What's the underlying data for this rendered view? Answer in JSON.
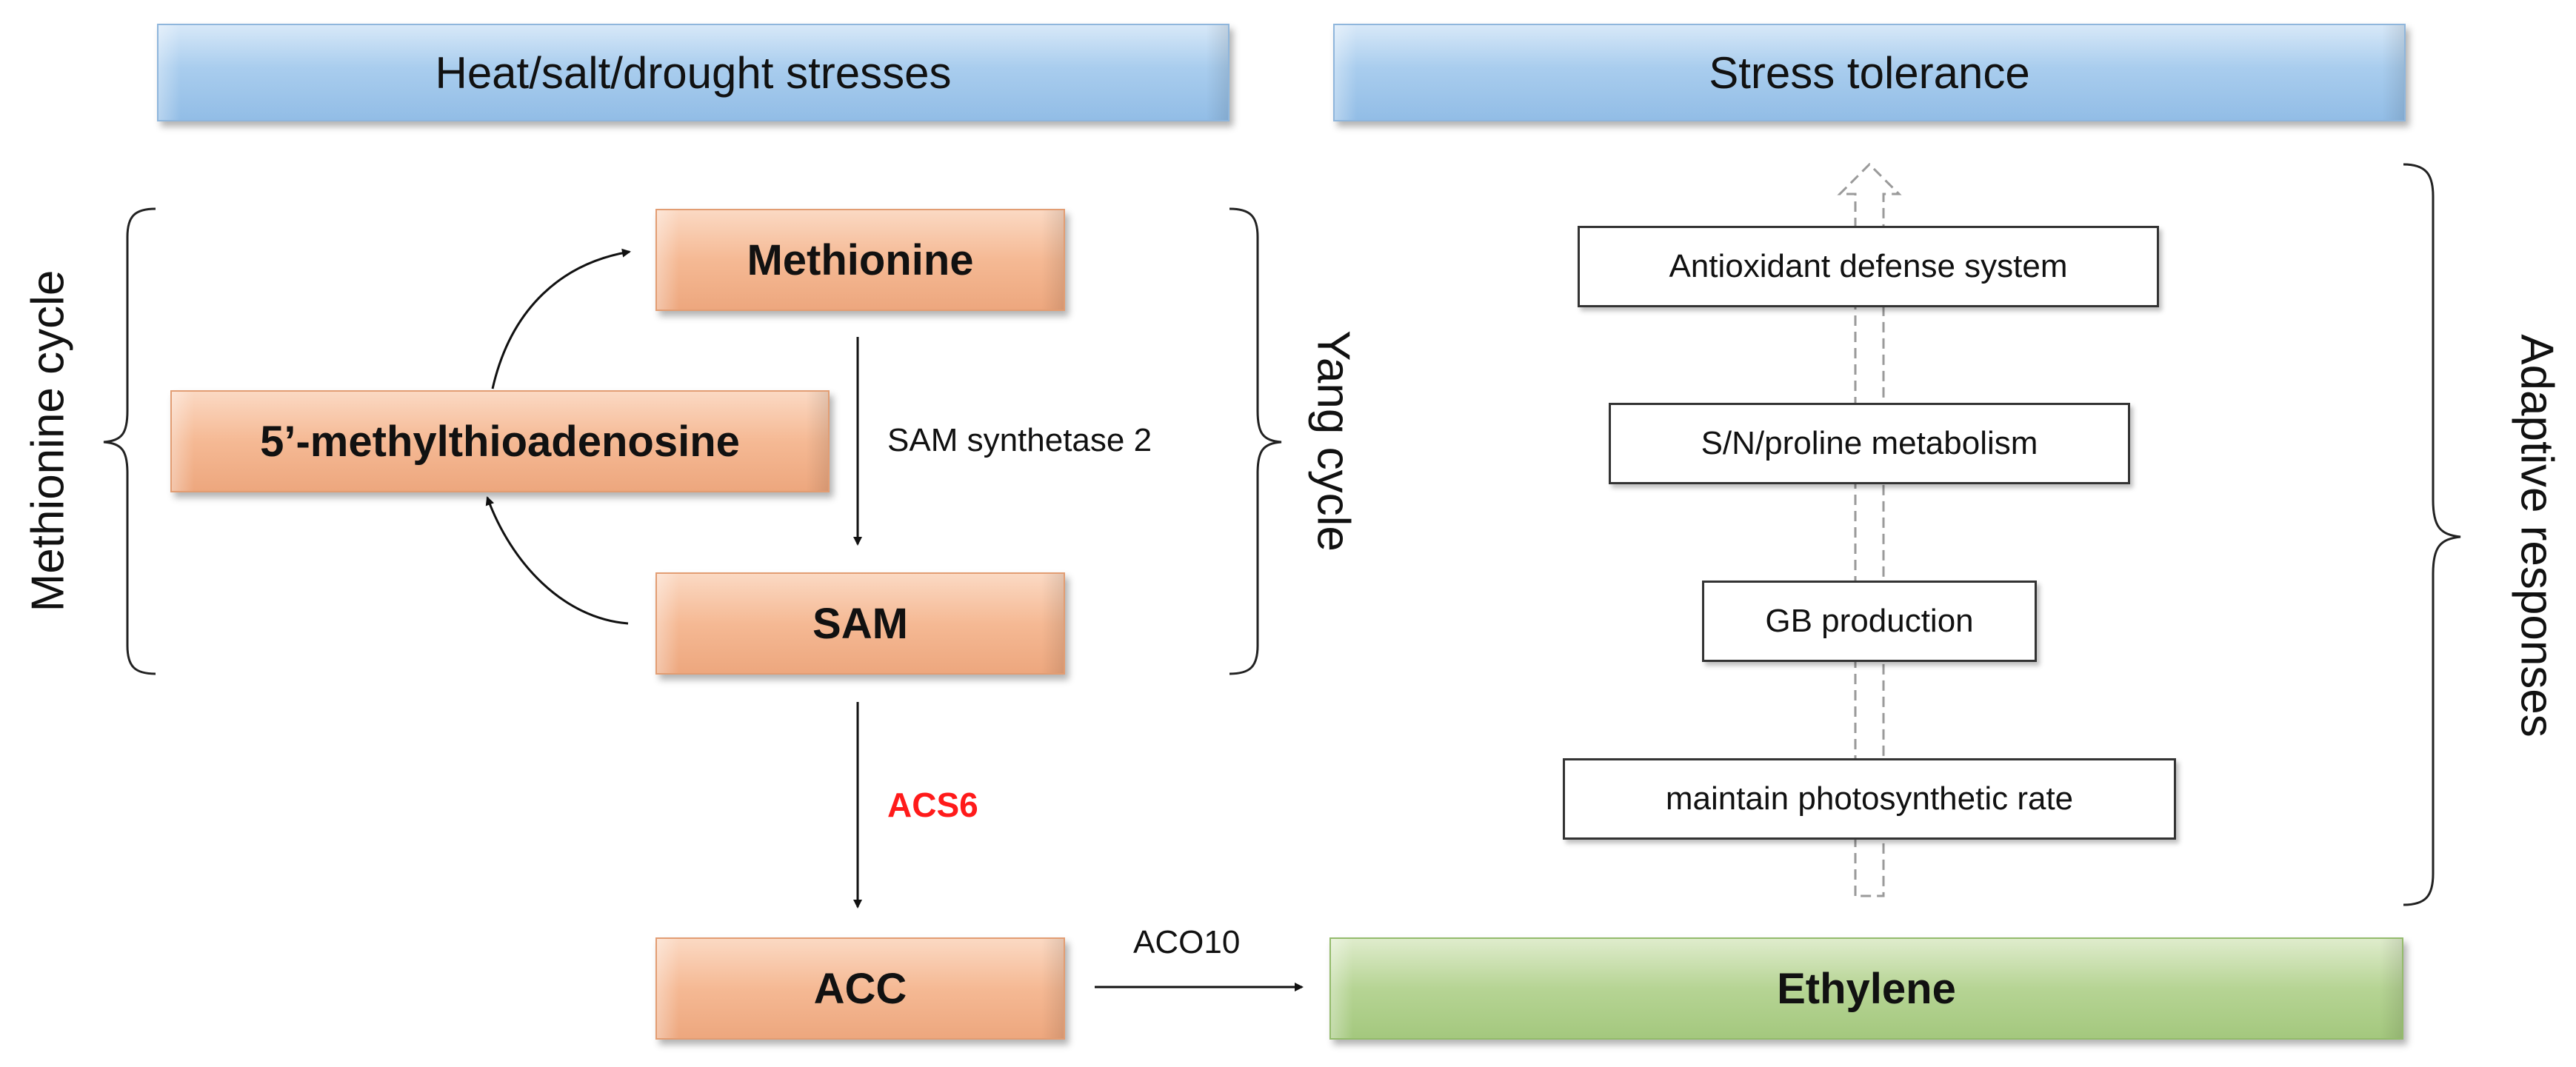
{
  "headers": {
    "stresses": "Heat/salt/drought stresses",
    "tolerance": "Stress tolerance"
  },
  "nodes": {
    "methionine": "Methionine",
    "mta": "5’-methylthioadenosine",
    "sam": "SAM",
    "acc": "ACC",
    "ethylene": "Ethylene"
  },
  "enzymes": {
    "sam_synthetase": "SAM synthetase 2",
    "acs6": "ACS6",
    "aco10": "ACO10"
  },
  "cycles": {
    "methionine_cycle": "Methionine cycle",
    "yang_cycle": "Yang cycle",
    "adaptive_responses": "Adaptive responses"
  },
  "responses": [
    "Antioxidant defense system",
    "S/N/proline metabolism",
    "GB production",
    "maintain photosynthetic rate"
  ],
  "colors": {
    "header_blue": "#a9cdee",
    "node_orange": "#f5b994",
    "ethylene_green": "#b6d494",
    "acs6_red": "#ff1a1a"
  }
}
